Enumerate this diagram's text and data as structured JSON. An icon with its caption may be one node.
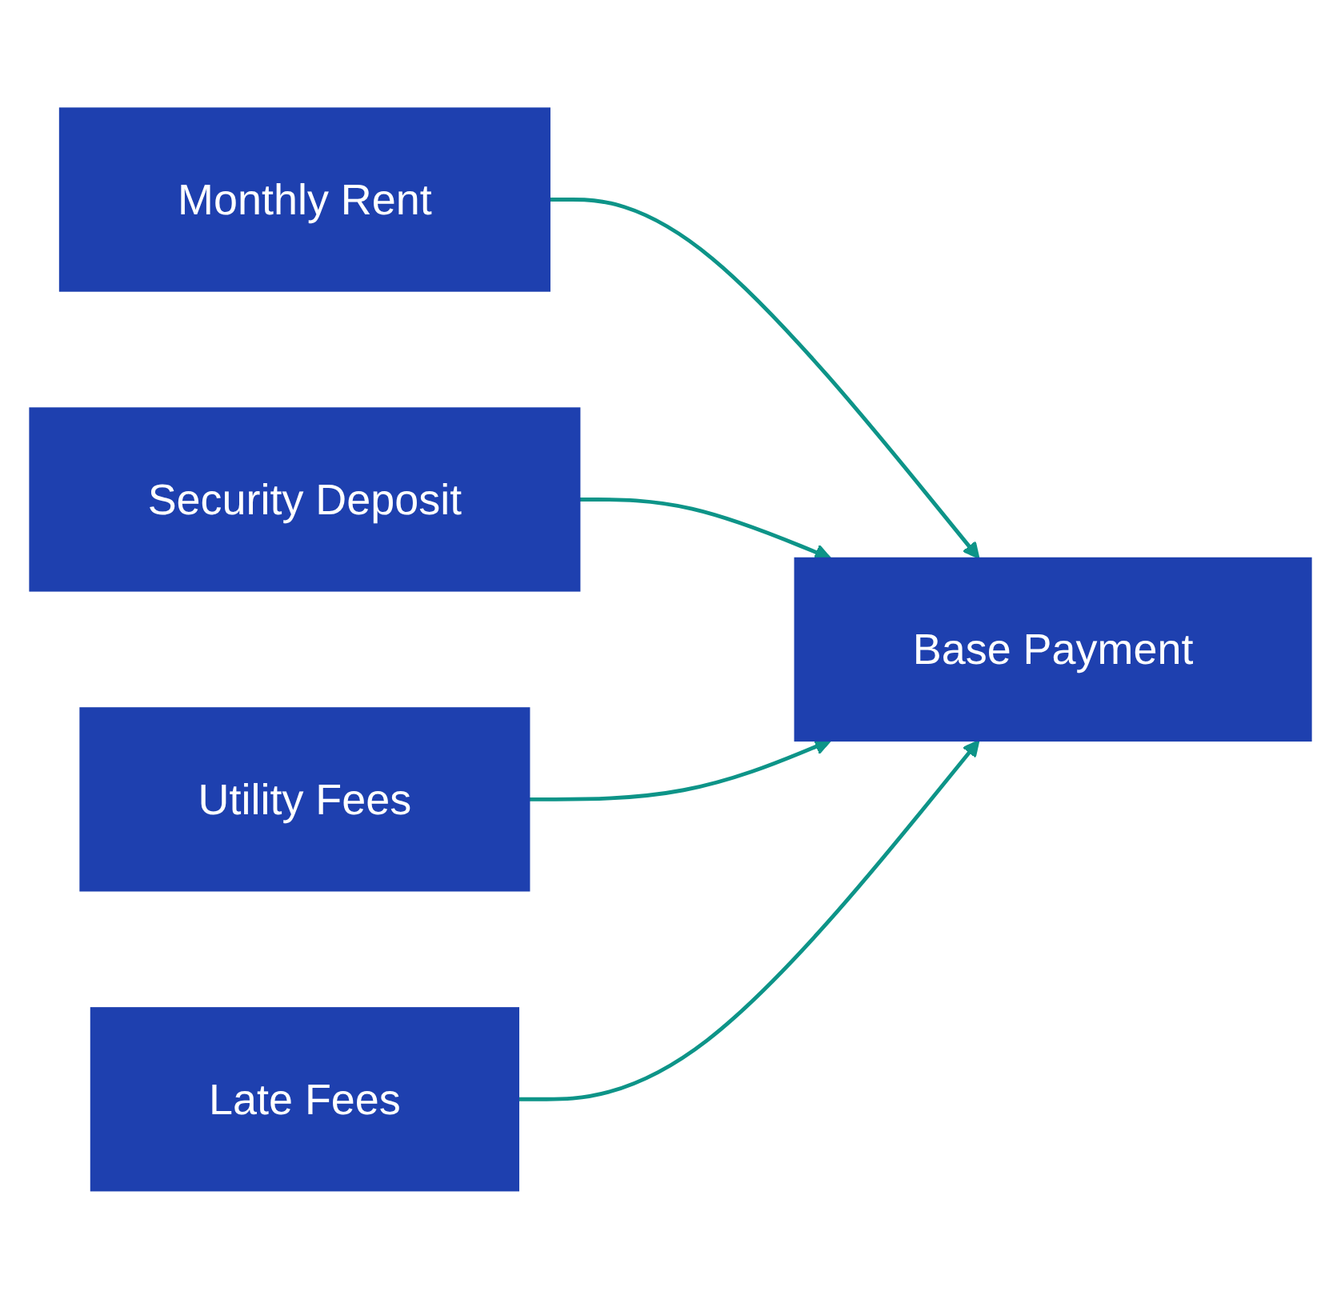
{
  "diagram": {
    "nodes": [
      {
        "text": [
          "Monthly Rent"
        ]
      },
      {
        "text": [
          "Security Deposit"
        ]
      },
      {
        "text": [
          "Utility Fees"
        ]
      },
      {
        "text": [
          "Late Fees"
        ]
      },
      {
        "text": [
          "Base Payment"
        ]
      }
    ],
    "edges": [
      {
        "from": 0,
        "to": 4,
        "arrow": "to"
      },
      {
        "from": 1,
        "to": 4,
        "arrow": "to"
      },
      {
        "from": 2,
        "to": 4,
        "arrow": "to"
      },
      {
        "from": 3,
        "to": 4,
        "arrow": "to"
      }
    ]
  }
}
